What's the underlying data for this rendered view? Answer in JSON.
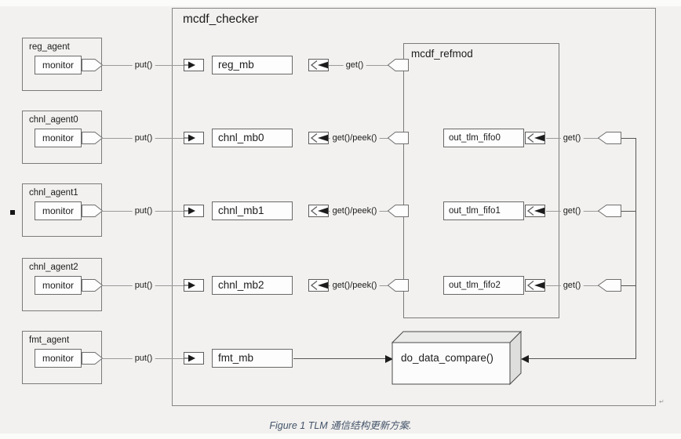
{
  "page": {
    "background_color": "#f2f1ef",
    "caption": "Figure 1 TLM 通信结构更新方案.",
    "caption_color": "#44546A"
  },
  "checker": {
    "title": "mcdf_checker"
  },
  "refmod": {
    "title": "mcdf_refmod"
  },
  "labels": {
    "monitor": "monitor",
    "put": "put()",
    "get": "get()",
    "get_peek": "get()/peek()"
  },
  "rows": [
    {
      "agent": "reg_agent",
      "mailbox": "reg_mb",
      "get_label": "get()"
    },
    {
      "agent": "chnl_agent0",
      "mailbox": "chnl_mb0",
      "get_label": "get()/peek()",
      "fifo": "out_tlm_fifo0",
      "fifo_get": "get()"
    },
    {
      "agent": "chnl_agent1",
      "mailbox": "chnl_mb1",
      "get_label": "get()/peek()",
      "fifo": "out_tlm_fifo1",
      "fifo_get": "get()"
    },
    {
      "agent": "chnl_agent2",
      "mailbox": "chnl_mb2",
      "get_label": "get()/peek()",
      "fifo": "out_tlm_fifo2",
      "fifo_get": "get()"
    },
    {
      "agent": "fmt_agent",
      "mailbox": "fmt_mb"
    }
  ],
  "compare": {
    "label": "do_data_compare()"
  },
  "artifacts": {
    "corner_mark": "↵"
  }
}
